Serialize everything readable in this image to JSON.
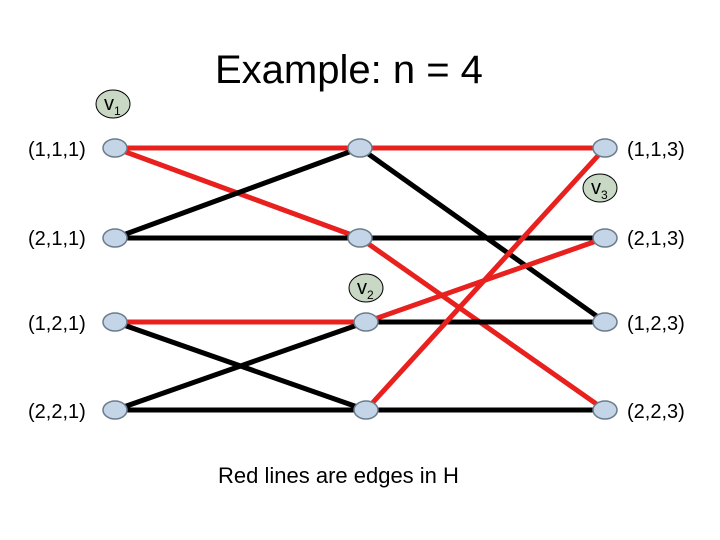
{
  "title": "Example: n = 4",
  "caption": "Red lines are edges in H",
  "colors": {
    "red": "#e8201e",
    "black": "#000000",
    "node_fill": "#c3d5e6",
    "node_stroke": "#6b7b8c",
    "tag_fill": "#c8d8c4"
  },
  "node_labels": {
    "l1": "(1,1,1)",
    "l2": "(2,1,1)",
    "l3": "(1,2,1)",
    "l4": "(2,2,1)",
    "r1": "(1,1,3)",
    "r2": "(2,1,3)",
    "r3": "(1,2,3)",
    "r4": "(2,2,3)"
  },
  "vertex_tags": {
    "v1": {
      "letter": "v",
      "sub": "1"
    },
    "v2": {
      "letter": "v",
      "sub": "2"
    },
    "v3": {
      "letter": "v",
      "sub": "3"
    }
  },
  "edges": [
    {
      "from": "l1",
      "to": "m1",
      "color": "red"
    },
    {
      "from": "m1",
      "to": "r1",
      "color": "red"
    },
    {
      "from": "l1",
      "to": "m2",
      "color": "red"
    },
    {
      "from": "m2",
      "to": "r4",
      "color": "red"
    },
    {
      "from": "l2",
      "to": "m1",
      "color": "black"
    },
    {
      "from": "l2",
      "to": "m2",
      "color": "black"
    },
    {
      "from": "m1",
      "to": "r3",
      "color": "black"
    },
    {
      "from": "m2",
      "to": "r2",
      "color": "black"
    },
    {
      "from": "l3",
      "to": "m3",
      "color": "red"
    },
    {
      "from": "l3",
      "to": "m4",
      "color": "black"
    },
    {
      "from": "l4",
      "to": "m3",
      "color": "black"
    },
    {
      "from": "l4",
      "to": "m4",
      "color": "black"
    },
    {
      "from": "m3",
      "to": "r2",
      "color": "red"
    },
    {
      "from": "m3",
      "to": "r3",
      "color": "black"
    },
    {
      "from": "m4",
      "to": "r1",
      "color": "red"
    },
    {
      "from": "m4",
      "to": "r4",
      "color": "black"
    }
  ]
}
